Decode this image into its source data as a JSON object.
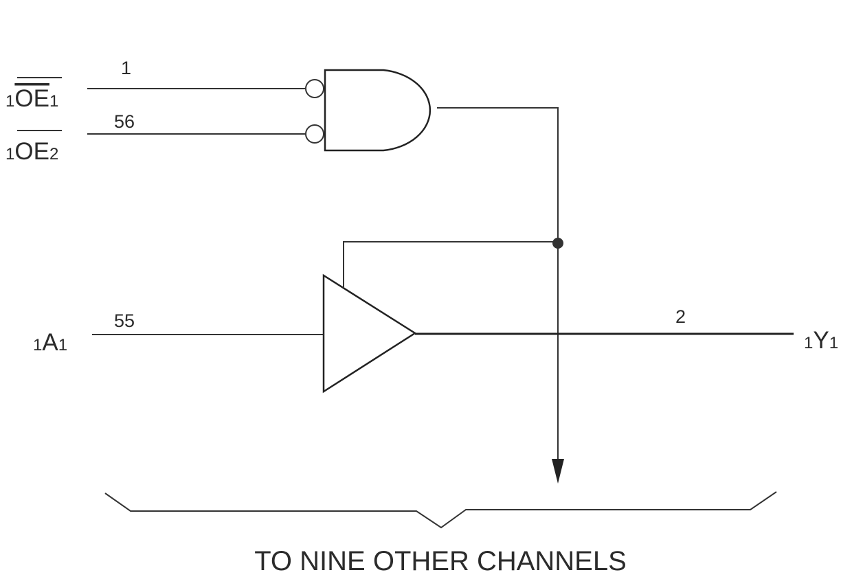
{
  "signals": {
    "oe1": {
      "prefix": "1",
      "name": "OE",
      "suffix": "1",
      "pin": "1"
    },
    "oe2": {
      "prefix": "1",
      "name": "OE",
      "suffix": "2",
      "pin": "56"
    },
    "a1": {
      "prefix": "1",
      "name": "A",
      "suffix": "1",
      "pin": "55"
    },
    "y1": {
      "prefix": "1",
      "name": "Y",
      "suffix": "1",
      "pin": "2"
    }
  },
  "caption": "TO NINE OTHER CHANNELS",
  "colors": {
    "line": "#333333",
    "text": "#2b2b2b"
  }
}
